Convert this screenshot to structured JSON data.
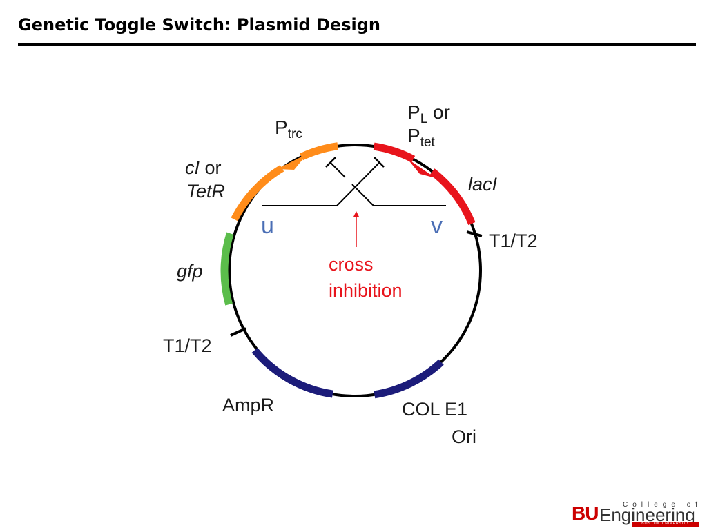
{
  "slide": {
    "title": "Genetic Toggle Switch: Plasmid Design"
  },
  "diagram": {
    "colors": {
      "backbone": "#000000",
      "promoter_repressor_left": "#ff8c1a",
      "promoter_repressor_right": "#e8141c",
      "reporter": "#5bbd4b",
      "backbone_genes": "#1c1c7a",
      "state_letters": "#4a6eb5",
      "inhibition": "#e8141c"
    },
    "labels": {
      "ptrc_main": "P",
      "ptrc_sub": "trc",
      "pl_main": "P",
      "pl_sub": "L",
      "pl_or": " or",
      "ptet_main": "P",
      "ptet_sub": "tet",
      "ci_gene": "cI",
      "ci_or": " or",
      "tetr_gene": "TetR",
      "laci_gene": "lacI",
      "gfp_gene": "gfp",
      "terminator_right": "T1/T2",
      "terminator_left": "T1/T2",
      "ampr": "AmpR",
      "ori_line1": "COL E1",
      "ori_line2": "Ori",
      "state_u": "u",
      "state_v": "v",
      "cross_line1": "cross",
      "cross_line2": "inhibition"
    }
  },
  "footer": {
    "logo_bu": "BU",
    "logo_college": "College of",
    "logo_engineering": "Engineering",
    "logo_university": "BOSTON UNIVERSITY"
  }
}
